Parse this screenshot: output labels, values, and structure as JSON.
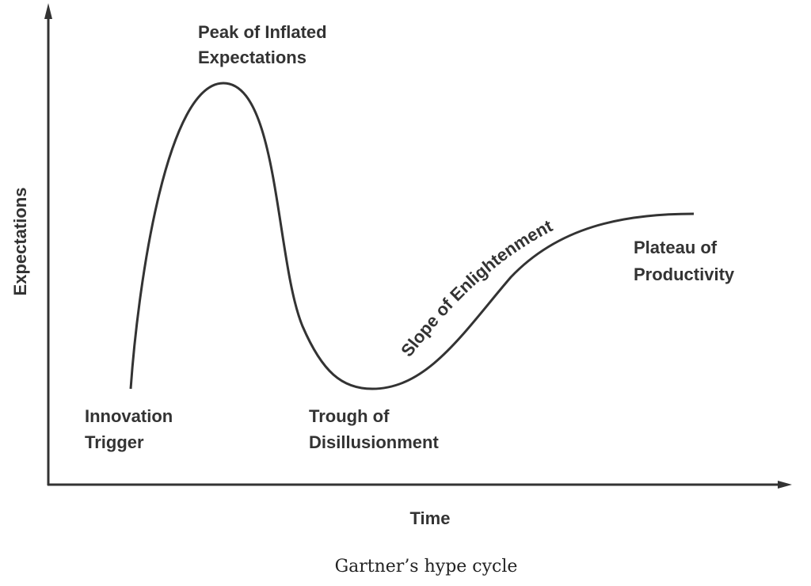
{
  "chart_data": {
    "type": "line",
    "title": "",
    "xlabel": "Time",
    "ylabel": "Expectations",
    "grid": false,
    "legend": "none",
    "caption": "Gartner’s hype cycle",
    "color": "#333333",
    "x": [
      0,
      0.16,
      0.3,
      0.56,
      0.8,
      1.0
    ],
    "y": [
      0.05,
      1.0,
      0.4,
      0.05,
      0.52,
      0.58
    ],
    "stages": [
      {
        "name": "innovation-trigger",
        "lines": [
          "Innovation",
          "Trigger"
        ]
      },
      {
        "name": "peak",
        "lines": [
          "Peak of Inflated",
          "Expectations"
        ]
      },
      {
        "name": "trough",
        "lines": [
          "Trough of",
          "Disillusionment"
        ]
      },
      {
        "name": "slope",
        "lines": [
          "Slope of Enlightenment"
        ]
      },
      {
        "name": "plateau",
        "lines": [
          "Plateau of",
          "Productivity"
        ]
      }
    ]
  }
}
